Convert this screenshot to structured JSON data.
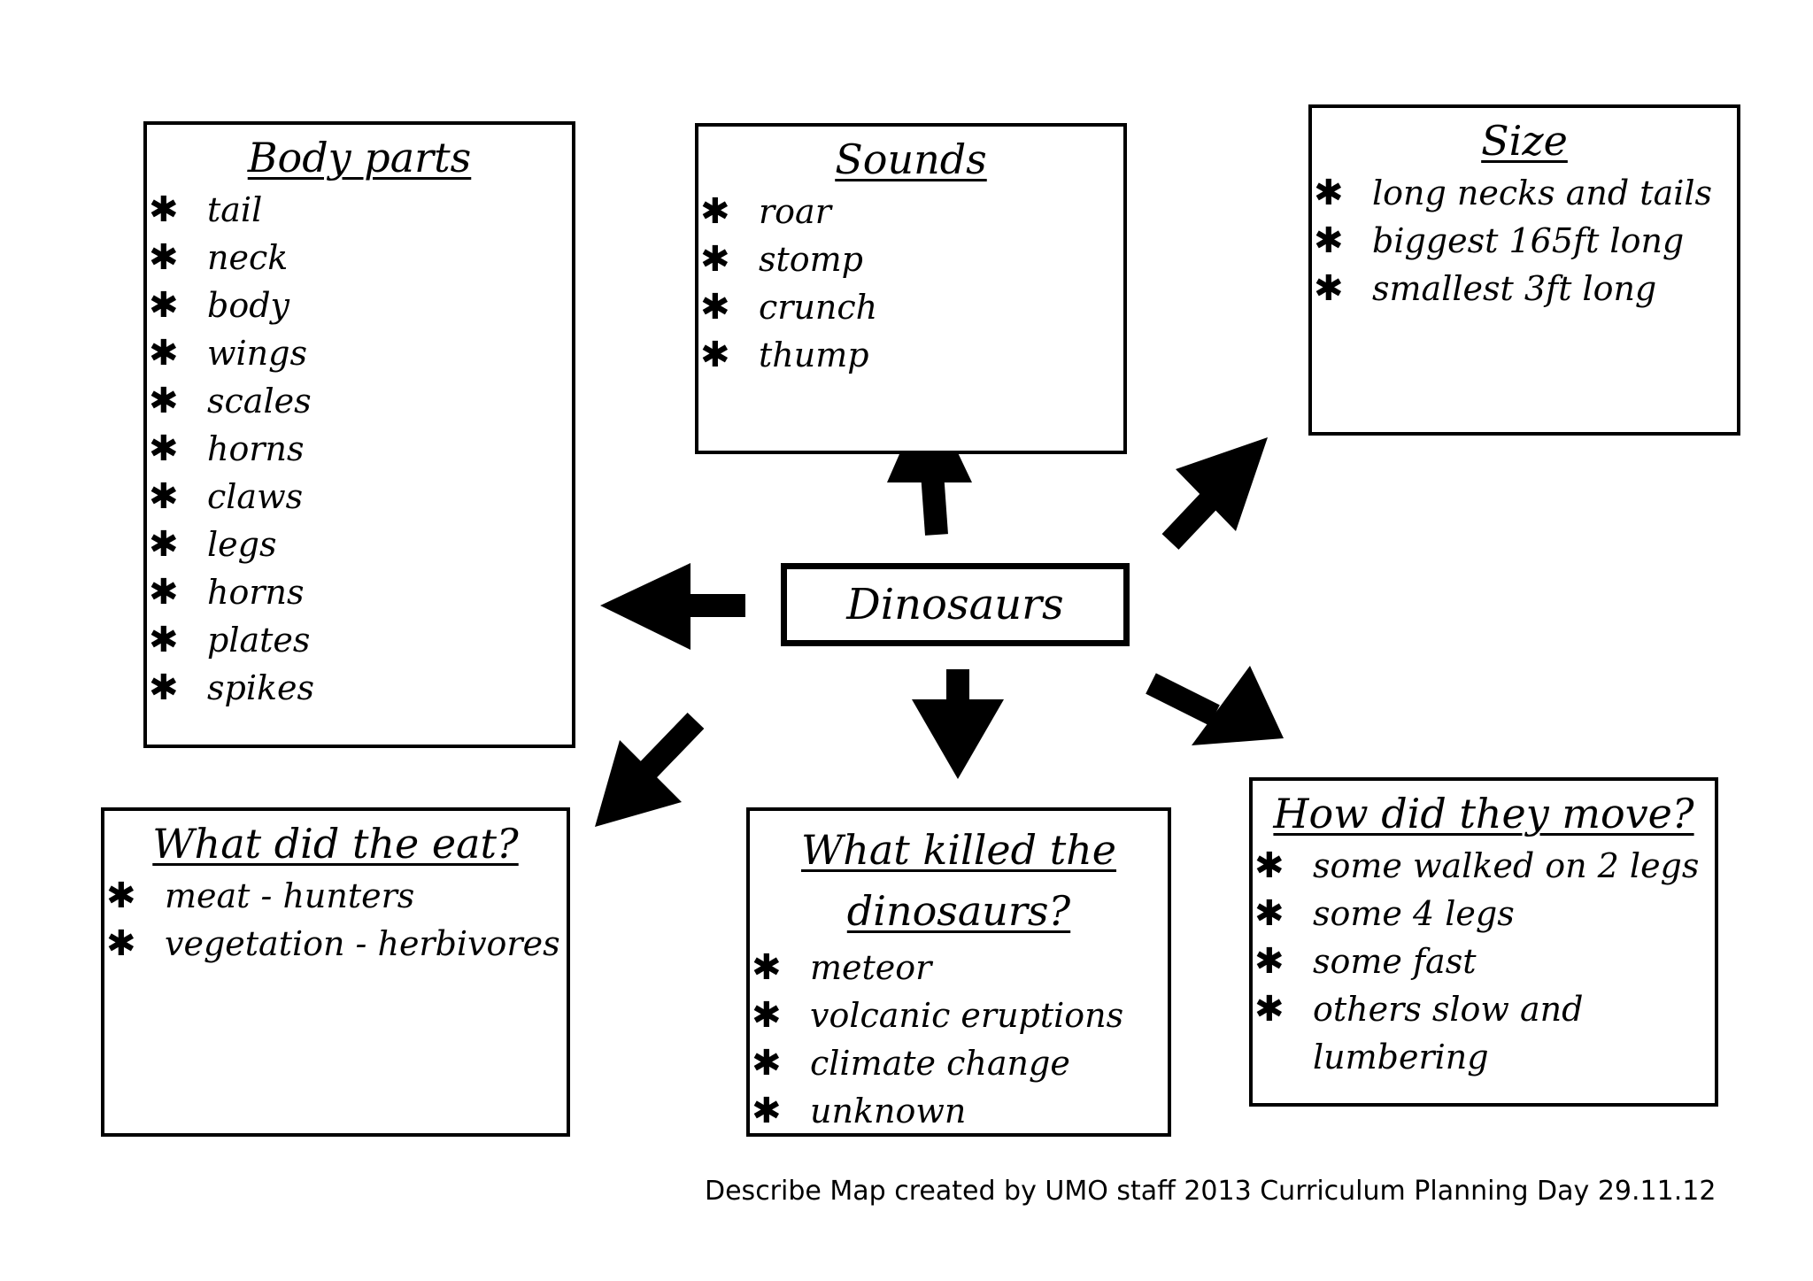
{
  "center": {
    "label": "Dinosaurs"
  },
  "body_parts": {
    "title": "Body parts",
    "bullet": "✱",
    "items": [
      "tail",
      "neck",
      "body",
      "wings",
      "scales",
      "horns",
      "claws",
      "legs",
      "horns",
      "plates",
      "spikes"
    ]
  },
  "sounds": {
    "title": "Sounds",
    "bullet": "✱",
    "items": [
      "roar",
      "stomp",
      "crunch",
      "thump"
    ]
  },
  "size": {
    "title": "Size",
    "bullet": "✱",
    "items": [
      "long necks and tails",
      "biggest 165ft long",
      "smallest 3ft long"
    ]
  },
  "eat": {
    "title": "What did the eat?",
    "bullet": "✱",
    "items": [
      "meat - hunters",
      "vegetation - herbivores"
    ]
  },
  "killed": {
    "title": "What killed the dinosaurs?",
    "bullet": "✱",
    "items": [
      "meteor",
      "volcanic eruptions",
      "climate change",
      "unknown"
    ]
  },
  "move": {
    "title": "How did they move?",
    "bullet": "✱",
    "items": [
      "some walked on 2 legs",
      "some 4 legs",
      "some fast",
      "others slow and lumbering"
    ]
  },
  "footer": {
    "text": "Describe Map created by UMO staff 2013 Curriculum Planning Day 29.11.12"
  }
}
